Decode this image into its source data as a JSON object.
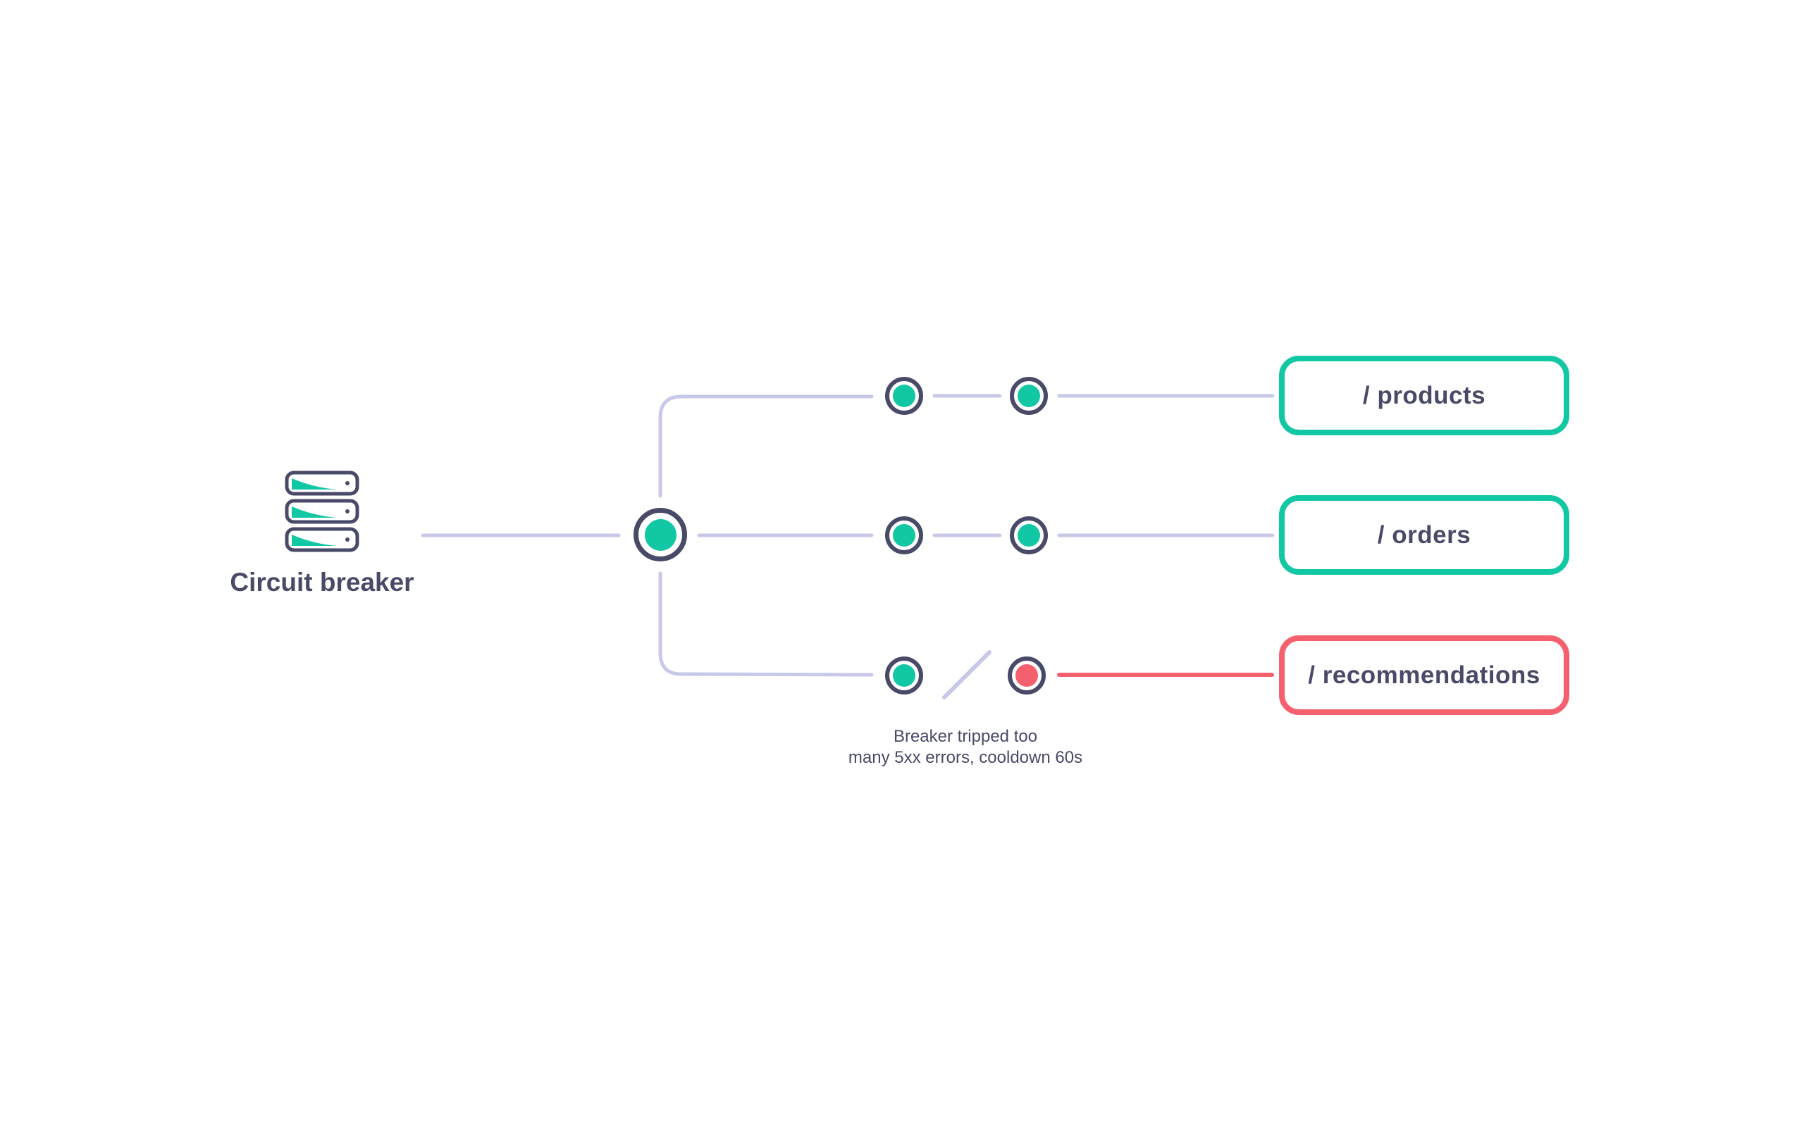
{
  "colors": {
    "healthy": "#12C7A3",
    "error": "#F5606E",
    "connector": "#C8C8E9",
    "ink": "#494A68"
  },
  "source": {
    "label": "Circuit breaker"
  },
  "breaker": {
    "caption_line1": "Breaker tripped too",
    "caption_line2": "many 5xx errors, cooldown 60s"
  },
  "routes": [
    {
      "label": "/ products",
      "state": "healthy"
    },
    {
      "label": "/ orders",
      "state": "healthy"
    },
    {
      "label": "/ recommendations",
      "state": "tripped"
    }
  ]
}
